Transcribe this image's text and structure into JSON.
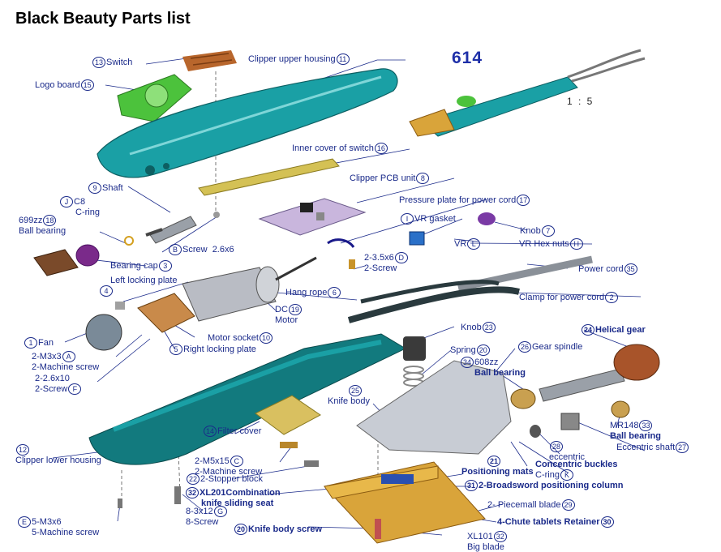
{
  "page": {
    "title": "Black Beauty Parts list",
    "model": "614",
    "scale": "1 : 5"
  },
  "labels": {
    "switch": {
      "name": "Switch",
      "num": "13"
    },
    "clipper_upper_housing": {
      "name": "Clipper upper housing",
      "num": "11"
    },
    "logo_board": {
      "name": "Logo board",
      "num": "15"
    },
    "inner_cover_of_switch": {
      "name": "Inner cover of switch",
      "num": "16"
    },
    "shaft": {
      "name": "Shaft",
      "num": "9"
    },
    "c_ring": {
      "code": "C8",
      "name": "C-ring",
      "num": "J"
    },
    "clipper_pcb_unit": {
      "name": "Clipper PCB unit",
      "num": "8"
    },
    "ball_bearing_18": {
      "code": "699zz",
      "name": "Ball bearing",
      "num": "18"
    },
    "pressure_plate": {
      "name": "Pressure plate for power cord",
      "num": "17"
    },
    "vr_gasket": {
      "name": "VR gasket",
      "num": "I"
    },
    "knob_7": {
      "name": "Knob",
      "num": "7"
    },
    "screw_b": {
      "name": "Screw",
      "size": "2.6x6",
      "num": "B"
    },
    "vr": {
      "name": "VR",
      "num": "L"
    },
    "vr_hex_nuts": {
      "name": "VR Hex nuts",
      "num": "H"
    },
    "screw_d": {
      "size": "2-3.5x6",
      "name": "2-Screw",
      "num": "D"
    },
    "bearing_cap": {
      "name": "Bearing cap",
      "num": "3"
    },
    "power_cord": {
      "name": "Power cord",
      "num": "35"
    },
    "left_locking_plate": {
      "name": "Left locking plate",
      "num": "4"
    },
    "hang_rope": {
      "name": "Hang rope",
      "num": "6"
    },
    "clamp_power_cord": {
      "name": "Clamp for power cord",
      "num": "2"
    },
    "dc_motor": {
      "code": "DC",
      "name": "Motor",
      "num": "19"
    },
    "fan": {
      "name": "Fan",
      "num": "1"
    },
    "motor_socket": {
      "name": "Motor socket",
      "num": "10"
    },
    "knob_23": {
      "name": "Knob",
      "num": "23"
    },
    "helical_gear": {
      "name": "Helical gear",
      "num": "24"
    },
    "machine_screw_a": {
      "size": "2-M3x3",
      "name": "2-Machine screw",
      "num": "A"
    },
    "right_locking_plate": {
      "name": "Right locking plate",
      "num": "5"
    },
    "spring": {
      "name": "Spring",
      "num": "20"
    },
    "gear_spindle": {
      "name": "Gear spindle",
      "num": "26"
    },
    "ball_bearing_34": {
      "code": "608zz",
      "name": "Ball bearing",
      "num": "34"
    },
    "screw_f": {
      "size": "2-2.6x10",
      "name": "2-Screw",
      "num": "F"
    },
    "knife_body": {
      "name": "Knife body",
      "num": "25"
    },
    "ball_bearing_33": {
      "code": "MR148",
      "name": "Ball bearing",
      "num": "33"
    },
    "filter_cover": {
      "name": "Filter cover",
      "num": "14"
    },
    "eccentric_shaft": {
      "name": "Eccentric shaft",
      "num": "27"
    },
    "eccentric": {
      "name": "eccentric",
      "num": "28"
    },
    "clipper_lower_housing": {
      "name": "Clipper lower housing",
      "num": "12"
    },
    "machine_screw_c": {
      "size": "2-M5x15",
      "name": "2-Machine screw",
      "num": "C"
    },
    "positioning_mats": {
      "name": "Positioning mats",
      "num": "21"
    },
    "concentric_buckles": {
      "name": "Concentric buckles",
      "num": ""
    },
    "c_ring_k": {
      "name": "C-ring",
      "num": "K"
    },
    "stopper_block": {
      "name": "2-Stopper block",
      "num": "22"
    },
    "broadsword_column": {
      "name": "2-Broadsword positioning column",
      "num": "31"
    },
    "combination_seat": {
      "code": "XL201",
      "name": "Combination knife sliding seat",
      "line1": "XL201Combination",
      "line2": "knife sliding seat",
      "num": "32"
    },
    "piecemall_blade": {
      "name": "2- Piecemall blade",
      "num": "29"
    },
    "screw_g": {
      "size": "8-3x12",
      "name": "8-Screw",
      "num": "G"
    },
    "chute_tablets": {
      "name": "4-Chute tablets Retainer",
      "num": "30"
    },
    "machine_screw_e": {
      "size": "5-M3x6",
      "name": "5-Machine screw",
      "num": "E"
    },
    "knife_body_screw": {
      "name": "Knife body screw",
      "num": "20"
    },
    "big_blade": {
      "code": "XL101",
      "name": "Big blade",
      "num": "32"
    }
  },
  "colors": {
    "label": "#1a2a8a",
    "model": "#1e2fa8",
    "housing_teal": "#1aa0a5",
    "green_board": "#4cc23c",
    "blade_gold": "#d9a43a",
    "motor_silver": "#b9bcc4",
    "gear_copper": "#a8542a",
    "bearing_brown": "#7a4a2a",
    "pcb_lilac": "#c9b6dd",
    "purple_knob": "#7a3aa5"
  }
}
